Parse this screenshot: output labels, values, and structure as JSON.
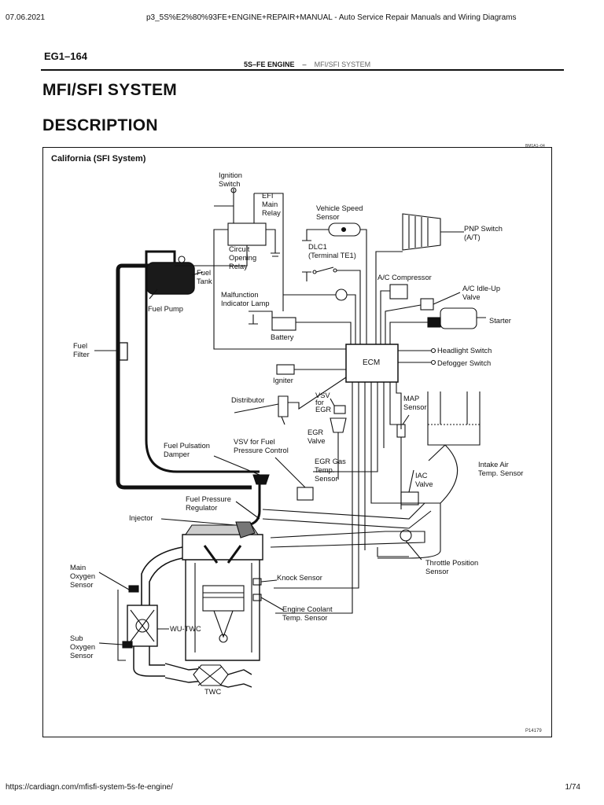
{
  "print_header": {
    "date": "07.06.2021",
    "title": "p3_5S%E2%80%93FE+ENGINE+REPAIR+MANUAL - Auto Service Repair Manuals and Wiring Diagrams"
  },
  "print_footer": {
    "url": "https://cardiagn.com/mfisfi-system-5s-fe-engine/",
    "page": "1/74"
  },
  "doc": {
    "code": "EG1–164",
    "engine": "5S–FE ENGINE",
    "dash": "–",
    "section": "MFI/SFI SYSTEM",
    "heading": "MFI/SFI SYSTEM",
    "subheading": "DESCRIPTION"
  },
  "figure": {
    "caption": "California (SFI System)",
    "tag": "BM1A1–04",
    "id": "P14179",
    "labels": {
      "ignition_switch": "Ignition\nSwitch",
      "efi_main_relay": "EFI\nMain\nRelay",
      "vehicle_speed_sensor": "Vehicle Speed\nSensor",
      "pnp_switch": "PNP Switch\n(A/T)",
      "circuit_opening_relay": "Circuit\nOpening\nRelay",
      "dlc1": "DLC1\n(Terminal TE1)",
      "fuel_tank": "Fuel\nTank",
      "fuel_pump": "Fuel Pump",
      "ac_compressor": "A/C Compressor",
      "malfunction_lamp": "Malfunction\nIndicator Lamp",
      "ac_idle_up_valve": "A/C Idle-Up\nValve",
      "starter": "Starter",
      "battery": "Battery",
      "fuel_filter": "Fuel\nFilter",
      "ecm": "ECM",
      "headlight_switch": "Headlight Switch",
      "defogger_switch": "Defogger Switch",
      "igniter": "Igniter",
      "distributor": "Distributor",
      "vsv_egr": "VSV\nfor\nEGR",
      "map_sensor": "MAP\nSensor",
      "egr_valve": "EGR\nValve",
      "fuel_pulsation_damper": "Fuel Pulsation\nDamper",
      "vsv_fuel_pressure": "VSV for Fuel\nPressure Control",
      "egr_gas_temp": "EGR Gas\nTemp.\nSensor",
      "intake_air_temp": "Intake Air\nTemp. Sensor",
      "iac_valve": "IAC\nValve",
      "fuel_pressure_regulator": "Fuel Pressure\nRegulator",
      "injector": "Injector",
      "throttle_position": "Throttle Position\nSensor",
      "main_oxygen": "Main\nOxygen\nSensor",
      "knock_sensor": "Knock Sensor",
      "engine_coolant": "Engine Coolant\nTemp. Sensor",
      "wu_twc": "WU-TWC",
      "sub_oxygen": "Sub\nOxygen\nSensor",
      "twc": "TWC"
    }
  }
}
